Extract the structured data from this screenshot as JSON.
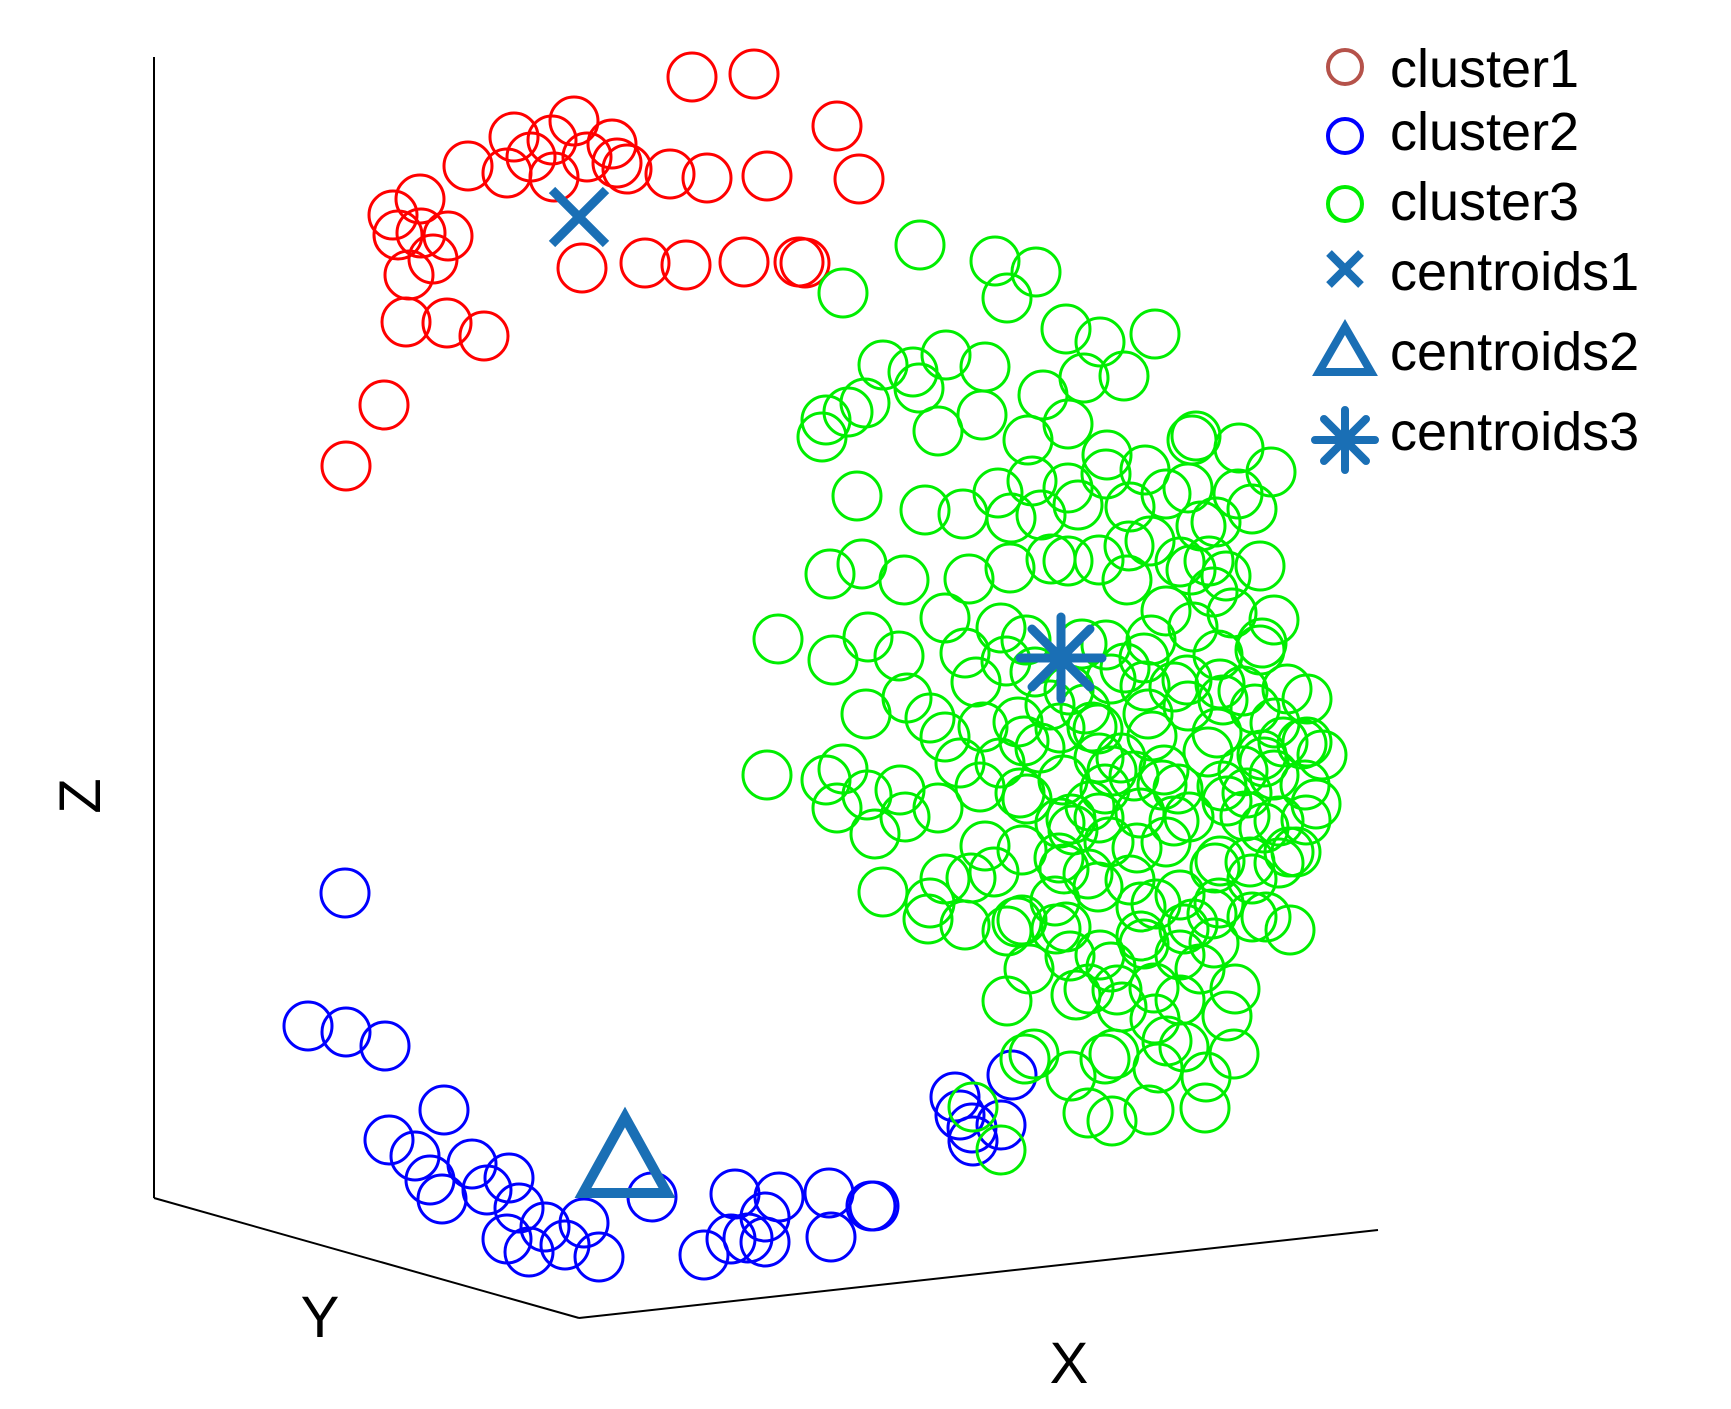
{
  "chart_data": {
    "type": "scatter",
    "projection": "3d",
    "grid": false,
    "legend_position": "top-right",
    "axes": {
      "xlabel": "X",
      "ylabel": "Y",
      "zlabel": "Z"
    },
    "series": [
      {
        "name": "cluster1",
        "marker": "circle",
        "color": "#ff0000",
        "legend_marker_color": "#b5524a",
        "points": [
          [
            346,
            466
          ],
          [
            384,
            405
          ],
          [
            409,
            275
          ],
          [
            398,
            235
          ],
          [
            421,
            233
          ],
          [
            393,
            215
          ],
          [
            420,
            199
          ],
          [
            433,
            259
          ],
          [
            448,
            236
          ],
          [
            406,
            322
          ],
          [
            447,
            323
          ],
          [
            484,
            336
          ],
          [
            468,
            166
          ],
          [
            514,
            137
          ],
          [
            507,
            173
          ],
          [
            531,
            157
          ],
          [
            552,
            140
          ],
          [
            574,
            121
          ],
          [
            587,
            157
          ],
          [
            612,
            144
          ],
          [
            627,
            169
          ],
          [
            554,
            177
          ],
          [
            582,
            268
          ],
          [
            645,
            263
          ],
          [
            686,
            265
          ],
          [
            670,
            174
          ],
          [
            707,
            178
          ],
          [
            692,
            77
          ],
          [
            754,
            74
          ],
          [
            767,
            176
          ],
          [
            744,
            262
          ],
          [
            799,
            262
          ],
          [
            805,
            263
          ],
          [
            837,
            126
          ],
          [
            859,
            179
          ],
          [
            617,
            163
          ]
        ]
      },
      {
        "name": "cluster2",
        "marker": "circle",
        "color": "#0000ff",
        "points": [
          [
            345,
            893
          ],
          [
            308,
            1026
          ],
          [
            346,
            1032
          ],
          [
            385,
            1046
          ],
          [
            444,
            1110
          ],
          [
            389,
            1140
          ],
          [
            415,
            1156
          ],
          [
            430,
            1180
          ],
          [
            442,
            1199
          ],
          [
            472,
            1164
          ],
          [
            487,
            1190
          ],
          [
            509,
            1178
          ],
          [
            519,
            1208
          ],
          [
            507,
            1239
          ],
          [
            545,
            1227
          ],
          [
            529,
            1252
          ],
          [
            565,
            1245
          ],
          [
            584,
            1223
          ],
          [
            599,
            1257
          ],
          [
            735,
            1194
          ],
          [
            779,
            1197
          ],
          [
            765,
            1217
          ],
          [
            748,
            1238
          ],
          [
            731,
            1239
          ],
          [
            704,
            1255
          ],
          [
            765,
            1242
          ],
          [
            831,
            1237
          ],
          [
            829,
            1193
          ],
          [
            874,
            1206
          ],
          [
            871,
            1206
          ],
          [
            955,
            1097
          ],
          [
            960,
            1115
          ],
          [
            972,
            1128
          ],
          [
            1001,
            1125
          ],
          [
            973,
            1141
          ],
          [
            1012,
            1075
          ],
          [
            652,
            1197
          ]
        ]
      },
      {
        "name": "cluster3",
        "marker": "circle",
        "color": "#00ee00",
        "points": [
          [
            920,
            245
          ],
          [
            843,
            293
          ],
          [
            995,
            261
          ],
          [
            1036,
            272
          ],
          [
            1007,
            298
          ],
          [
            1066,
            329
          ],
          [
            1100,
            342
          ],
          [
            1155,
            334
          ],
          [
            1124,
            376
          ],
          [
            1084,
            378
          ],
          [
            1043,
            395
          ],
          [
            985,
            367
          ],
          [
            946,
            355
          ],
          [
            913,
            372
          ],
          [
            883,
            365
          ],
          [
            865,
            403
          ],
          [
            848,
            412
          ],
          [
            826,
            420
          ],
          [
            822,
            437
          ],
          [
            857,
            496
          ],
          [
            919,
            388
          ],
          [
            938,
            431
          ],
          [
            982,
            415
          ],
          [
            1028,
            440
          ],
          [
            1068,
            424
          ],
          [
            1107,
            455
          ],
          [
            1145,
            470
          ],
          [
            1188,
            488
          ],
          [
            1166,
            494
          ],
          [
            1130,
            507
          ],
          [
            1078,
            505
          ],
          [
            1041,
            515
          ],
          [
            998,
            493
          ],
          [
            963,
            514
          ],
          [
            925,
            510
          ],
          [
            904,
            580
          ],
          [
            862,
            564
          ],
          [
            830,
            574
          ],
          [
            778,
            639
          ],
          [
            833,
            660
          ],
          [
            868,
            637
          ],
          [
            899,
            656
          ],
          [
            945,
            618
          ],
          [
            965,
            653
          ],
          [
            1001,
            628
          ],
          [
            1035,
            672
          ],
          [
            1069,
            690
          ],
          [
            1106,
            645
          ],
          [
            1151,
            640
          ],
          [
            1193,
            627
          ],
          [
            1232,
            613
          ],
          [
            1226,
            576
          ],
          [
            1218,
            655
          ],
          [
            1187,
            680
          ],
          [
            1148,
            714
          ],
          [
            1098,
            729
          ],
          [
            1060,
            728
          ],
          [
            1018,
            722
          ],
          [
            983,
            727
          ],
          [
            945,
            737
          ],
          [
            907,
            698
          ],
          [
            866,
            714
          ],
          [
            900,
            790
          ],
          [
            767,
            775
          ],
          [
            837,
            808
          ],
          [
            875,
            834
          ],
          [
            938,
            808
          ],
          [
            980,
            787
          ],
          [
            1020,
            793
          ],
          [
            1060,
            823
          ],
          [
            1099,
            818
          ],
          [
            1140,
            813
          ],
          [
            1178,
            789
          ],
          [
            1222,
            786
          ],
          [
            1243,
            771
          ],
          [
            1275,
            723
          ],
          [
            1255,
            709
          ],
          [
            1243,
            691
          ],
          [
            1208,
            752
          ],
          [
            1164,
            770
          ],
          [
            1112,
            771
          ],
          [
            1063,
            780
          ],
          [
            1027,
            799
          ],
          [
            994,
            872
          ],
          [
            883,
            892
          ],
          [
            928,
            919
          ],
          [
            965,
            925
          ],
          [
            1007,
            931
          ],
          [
            1055,
            901
          ],
          [
            1098,
            887
          ],
          [
            1141,
            907
          ],
          [
            1180,
            895
          ],
          [
            1220,
            861
          ],
          [
            1215,
            868
          ],
          [
            1184,
            929
          ],
          [
            1144,
            944
          ],
          [
            1111,
            967
          ],
          [
            1070,
            956
          ],
          [
            1029,
            969
          ],
          [
            1007,
            1001
          ],
          [
            1076,
            995
          ],
          [
            1122,
            1007
          ],
          [
            1155,
            1019
          ],
          [
            1200,
            969
          ],
          [
            1227,
            1016
          ],
          [
            1206,
            1077
          ],
          [
            1205,
            1108
          ],
          [
            1167,
            1041
          ],
          [
            1105,
            1059
          ],
          [
            973,
            1107
          ],
          [
            1034,
            1054
          ],
          [
            1117,
            990
          ],
          [
            1001,
            1150
          ],
          [
            1180,
            955
          ],
          [
            1088,
            1113
          ],
          [
            1112,
            1121
          ],
          [
            1149,
            1110
          ],
          [
            1234,
            1054
          ],
          [
            1296,
            852
          ],
          [
            1316,
            804
          ],
          [
            1264,
            828
          ],
          [
            1250,
            862
          ],
          [
            1290,
            930
          ],
          [
            1252,
            879
          ],
          [
            1307,
            742
          ],
          [
            1245,
            816
          ],
          [
            1260,
            650
          ],
          [
            1307,
            699
          ],
          [
            1283,
            742
          ],
          [
            1262,
            755
          ],
          [
            1247,
            793
          ],
          [
            1252,
            917
          ],
          [
            1305,
            785
          ],
          [
            1287,
            689
          ],
          [
            1262,
            643
          ],
          [
            1274,
            620
          ],
          [
            1191,
            570
          ],
          [
            1166,
            611
          ],
          [
            1127,
            580
          ],
          [
            1099,
            560
          ],
          [
            1068,
            561
          ],
          [
            1010,
            568
          ],
          [
            969,
            579
          ],
          [
            1026,
            640
          ],
          [
            1192,
            440
          ],
          [
            1196,
            436
          ],
          [
            1239,
            448
          ],
          [
            1238,
            494
          ],
          [
            1201,
            526
          ],
          [
            1150,
            541
          ],
          [
            1129,
            546
          ],
          [
            1180,
            562
          ],
          [
            1216,
            522
          ],
          [
            1252,
            509
          ],
          [
            1271,
            472
          ],
          [
            1106,
            474
          ],
          [
            1068,
            488
          ],
          [
            1032,
            481
          ],
          [
            1011,
            518
          ],
          [
            1051,
            559
          ],
          [
            1082,
            644
          ],
          [
            1144,
            658
          ],
          [
            1174,
            687
          ],
          [
            1223,
            700
          ],
          [
            1188,
            706
          ],
          [
            1152,
            736
          ],
          [
            1099,
            758
          ],
          [
            1105,
            789
          ],
          [
            1137,
            848
          ],
          [
            1166,
            842
          ],
          [
            1130,
            880
          ],
          [
            1156,
            904
          ],
          [
            1193,
            924
          ],
          [
            1214,
            943
          ],
          [
            1088,
            874
          ],
          [
            1064,
            869
          ],
          [
            1022,
            850
          ],
          [
            985,
            846
          ],
          [
            945,
            879
          ],
          [
            930,
            903
          ],
          [
            1059,
            858
          ],
          [
            1090,
            806
          ],
          [
            1134,
            776
          ],
          [
            1174,
            821
          ],
          [
            1109,
            842
          ],
          [
            1141,
            936
          ],
          [
            1180,
            1000
          ],
          [
            1154,
            988
          ],
          [
            1089,
            989
          ],
          [
            1056,
            929
          ],
          [
            1017,
            922
          ],
          [
            1073,
            830
          ],
          [
            1040,
            748
          ],
          [
            1085,
            709
          ],
          [
            1125,
            668
          ],
          [
            1213,
            592
          ],
          [
            1209,
            561
          ],
          [
            1260,
            566
          ],
          [
            1220,
            684
          ],
          [
            1264,
            762
          ],
          [
            1274,
            775
          ],
          [
            1219,
            903
          ],
          [
            1212,
            914
          ],
          [
            1100,
            955
          ],
          [
            1066,
            927
          ],
          [
            1022,
            920
          ],
          [
            971,
            878
          ],
          [
            1000,
            763
          ],
          [
            1050,
            705
          ],
          [
            1092,
            727
          ],
          [
            1121,
            758
          ],
          [
            1162,
            785
          ],
          [
            1189,
            817
          ],
          [
            1227,
            801
          ],
          [
            1217,
            733
          ],
          [
            1145,
            686
          ],
          [
            1111,
            679
          ],
          [
            1006,
            661
          ],
          [
            976,
            682
          ],
          [
            930,
            718
          ],
          [
            960,
            763
          ],
          [
            905,
            817
          ],
          [
            867,
            795
          ],
          [
            843,
            769
          ],
          [
            826,
            780
          ],
          [
            1024,
            741
          ],
          [
            1071,
            819
          ],
          [
            1025,
            1059
          ],
          [
            1071,
            1076
          ],
          [
            1114,
            1054
          ],
          [
            1158,
            1068
          ],
          [
            1184,
            1047
          ],
          [
            1235,
            989
          ],
          [
            1266,
            917
          ],
          [
            1279,
            863
          ],
          [
            1289,
            852
          ],
          [
            1279,
            821
          ],
          [
            1306,
            820
          ],
          [
            1302,
            744
          ],
          [
            1322,
            755
          ]
        ]
      },
      {
        "name": "centroids1",
        "marker": "x",
        "color": "#1a6fb5",
        "points": [
          [
            579,
            217
          ]
        ]
      },
      {
        "name": "centroids2",
        "marker": "triangle",
        "color": "#1a6fb5",
        "points": [
          [
            625,
            1165
          ]
        ]
      },
      {
        "name": "centroids3",
        "marker": "star",
        "color": "#1a6fb5",
        "points": [
          [
            1061,
            658
          ]
        ]
      }
    ]
  }
}
